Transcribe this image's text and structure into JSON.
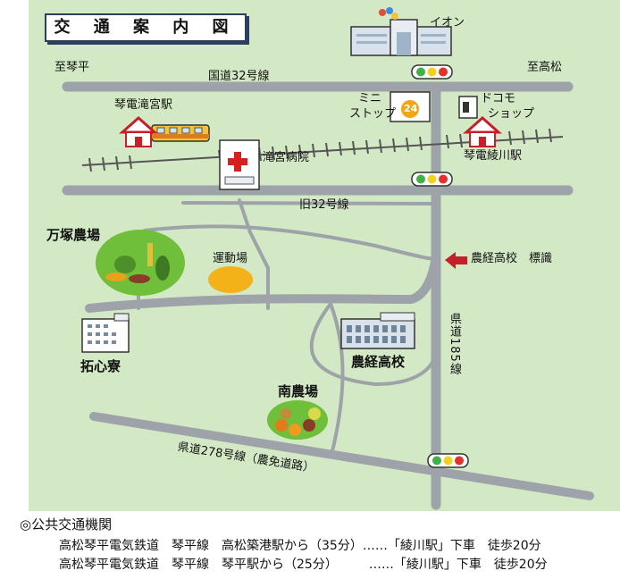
{
  "title": "交 通 案 内 図",
  "labels": {
    "aeon": "イオン",
    "to_kotohira": "至琴平",
    "to_takamatsu": "至高松",
    "route32": "国道32号線",
    "old_route32": "旧32号線",
    "kotoden_takinomiya": "琴電滝宮駅",
    "kotoden_ayagawa": "琴電綾川駅",
    "mini_stop_1": "ミニ",
    "mini_stop_2": "ストップ",
    "mini_stop_badge": "24",
    "docomo_1": "ドコモ",
    "docomo_2": "ショップ",
    "takinomiya_hospital": "滝宮病院",
    "manzuka_farm": "万塚農場",
    "sports_ground": "運動場",
    "nokei_sign": "農経高校　標識",
    "prefectural185": "県道185線",
    "takushin_dorm": "拓心寮",
    "nokei_school": "農経高校",
    "minami_farm": "南農場",
    "prefectural278": "県道278号線（農免道路）"
  },
  "footer": {
    "heading": "◎公共交通機関",
    "line1": "高松琴平電気鉄道　琴平線　高松築港駅から（35分）……「綾川駅」下車　徒歩20分",
    "line2": "高松琴平電気鉄道　琴平線　琴平駅から（25分）　　　……「綾川駅」下車　徒歩20分"
  },
  "colors": {
    "background": "#d3e8c4",
    "road": "#9da3a8",
    "farm": "#6fbf3a",
    "ground": "#f3b21a",
    "arrow": "#c4202a",
    "building": "#d9e1ea"
  },
  "icons": {
    "hospital": "red-cross-icon",
    "traffic_light": "traffic-light-icon",
    "station": "station-house-icon",
    "train": "train-icon",
    "arrow": "arrow-left-icon"
  }
}
